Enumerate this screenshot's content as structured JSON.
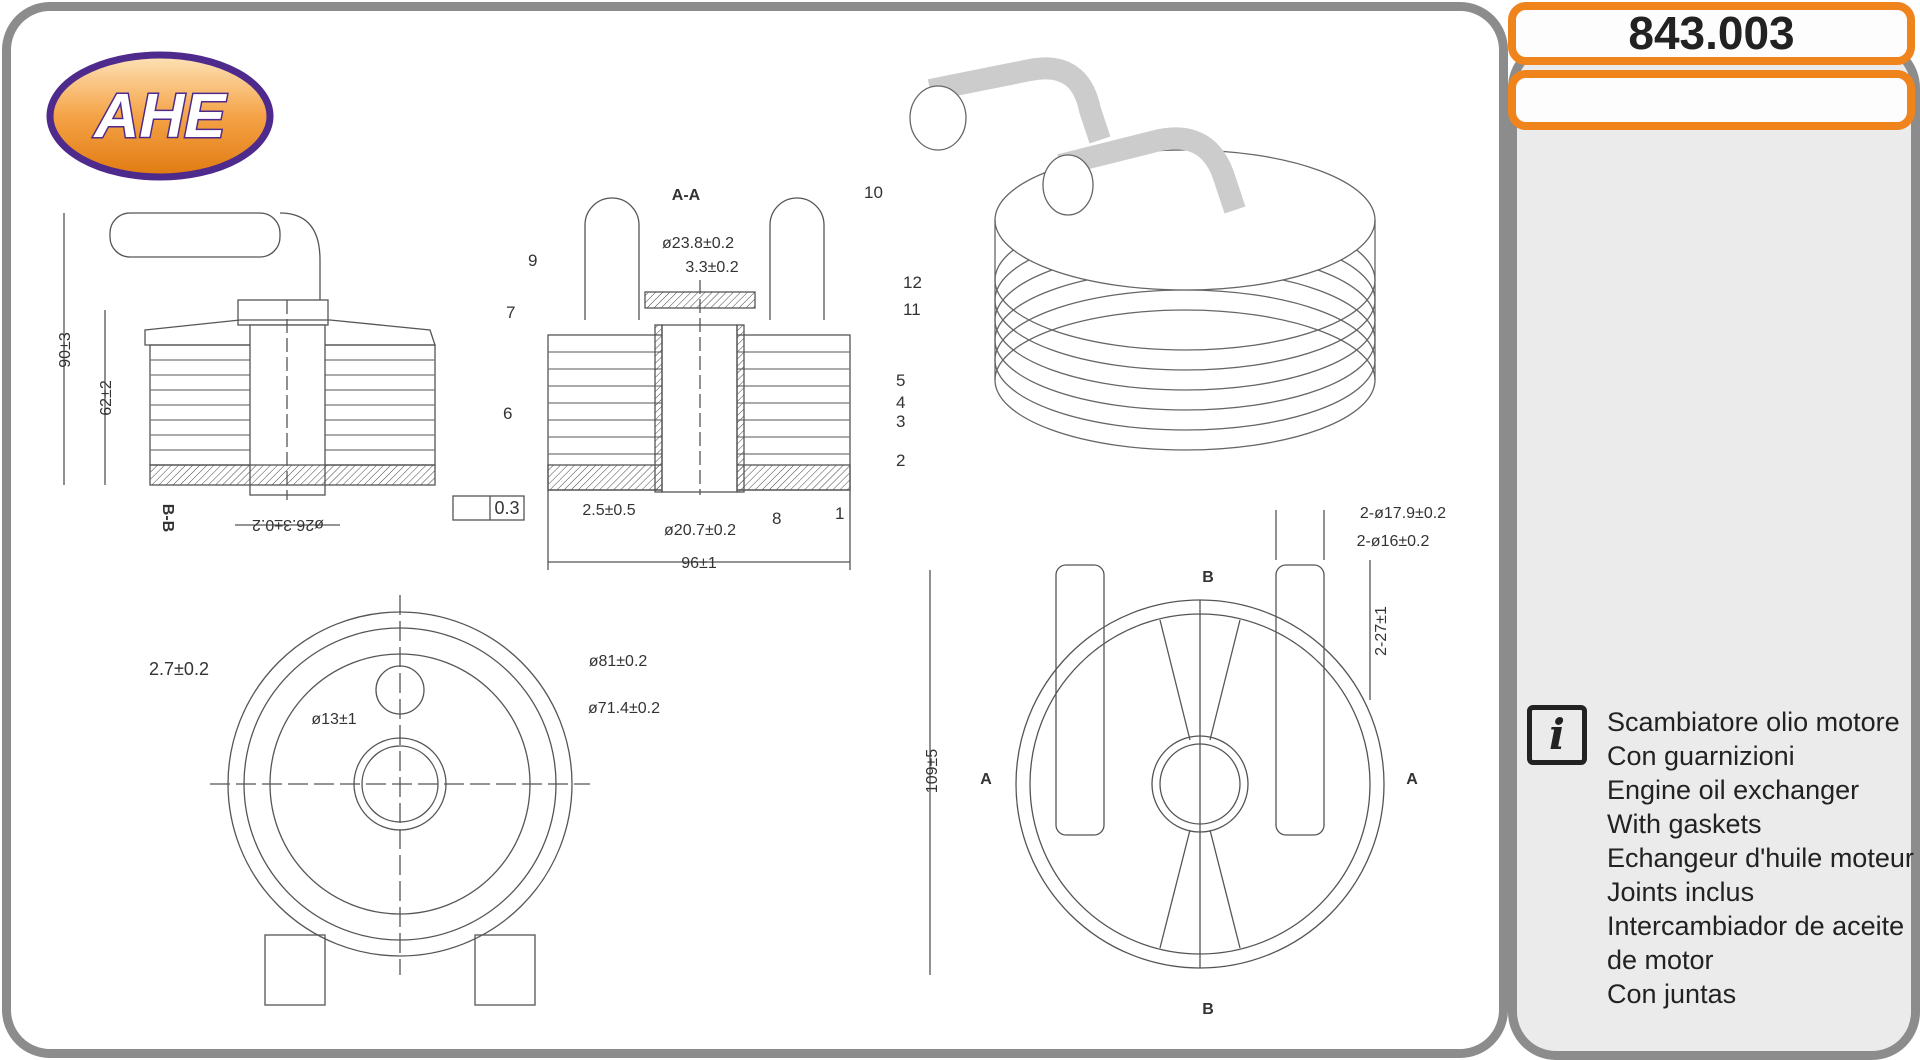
{
  "brand": {
    "logo_text": "AHE"
  },
  "part_number": "843.003",
  "secondary_box": "",
  "description": [
    "Scambiatore olio motore",
    "Con guarnizioni",
    "Engine oil exchanger",
    "With gaskets",
    "Echangeur d'huile moteur",
    "Joints inclus",
    "Intercambiador de aceite",
    "de motor",
    "Con juntas"
  ],
  "drawing": {
    "side_view": {
      "height_total": "90±3",
      "height_body": "62±2",
      "section": "B-B",
      "bore": "ø26.3±0.2"
    },
    "section_view": {
      "title": "A-A",
      "d_top": "ø23.8±0.2",
      "offset": "3.3±0.2",
      "flatness": "0.3",
      "protrusion": "2.5±0.5",
      "d_bottom": "ø20.7±0.2",
      "width": "96±1",
      "callouts": [
        "1",
        "2",
        "3",
        "4",
        "5",
        "6",
        "7",
        "8",
        "9",
        "10",
        "11",
        "12"
      ]
    },
    "bottom_view": {
      "wall": "2.7±0.2",
      "hole": "ø13±1",
      "outer": "ø81±0.2",
      "inner": "ø71.4±0.2"
    },
    "top_view": {
      "pipe_outer": "2-ø17.9±0.2",
      "pipe_inner": "2-ø16±0.2",
      "pipe_len": "2-27±1",
      "height": "109±5",
      "section_b": "B",
      "section_a": "A"
    }
  }
}
